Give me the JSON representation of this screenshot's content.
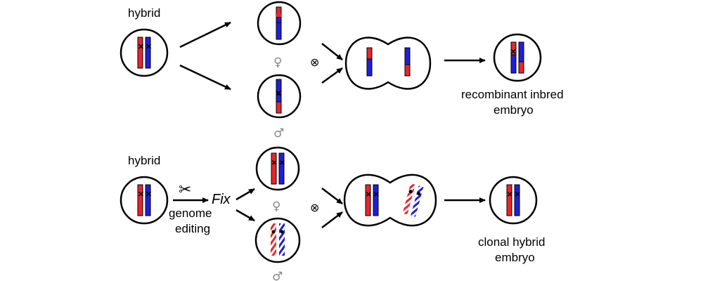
{
  "top_row": {
    "hybrid_label": "hybrid",
    "female_symbol": "♀",
    "male_symbol": "♂",
    "cross_symbol": "⊗",
    "result_label_line1": "recombinant inbred",
    "result_label_line2": "embryo"
  },
  "bottom_row": {
    "hybrid_label": "hybrid",
    "scissors_symbol": "✂",
    "editing_label_line1": "genome",
    "editing_label_line2": "editing",
    "fix_label": "Fix",
    "female_symbol": "♀",
    "male_symbol": "♂",
    "cross_symbol": "⊗",
    "result_label_line1": "clonal hybrid",
    "result_label_line2": "embryo"
  },
  "colors": {
    "maternal_chromosome": "#e8262b",
    "paternal_chromosome": "#1f1fd6",
    "outline": "#000000",
    "symbol_gray": "#888888"
  }
}
